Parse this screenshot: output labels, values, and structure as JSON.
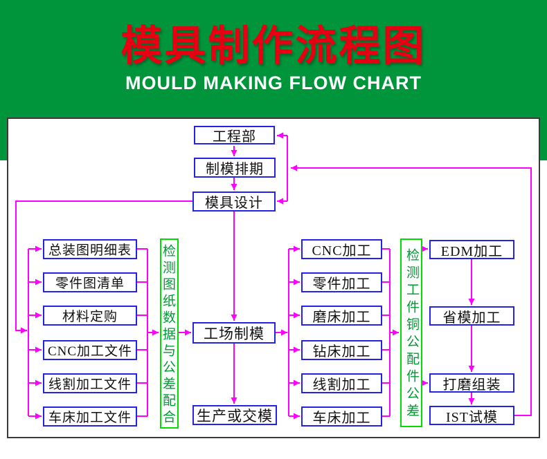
{
  "header": {
    "title": "模具制作流程图",
    "subtitle": "MOULD MAKING FLOW CHART",
    "bg_color": "#00953b",
    "title_color": "#e60012",
    "subtitle_color": "#ffffff"
  },
  "flowchart": {
    "top_chain": {
      "engineering": "工程部",
      "schedule": "制模排期",
      "design": "模具设计",
      "factory": "工场制模",
      "delivery": "生产或交模"
    },
    "left_column": [
      "总装图明细表",
      "零件图清单",
      "材料定购",
      "CNC加工文件",
      "线割加工文件",
      "车床加工文件"
    ],
    "middle_column": [
      "CNC加工",
      "零件加工",
      "磨床加工",
      "钻床加工",
      "线割加工",
      "车床加工"
    ],
    "right_column": [
      "EDM加工",
      "省模加工",
      "打磨组装",
      "IST试模"
    ],
    "check_strips": {
      "left": "检测图纸数据与公差配合",
      "right": "检测工件铜公配件公差"
    },
    "colors": {
      "box_border": "#2323e8",
      "arrow": "#ff00ff",
      "strip_border": "#00dd00",
      "strip_text": "#009933",
      "box_text": "#111111",
      "panel_border": "#3a3a3a"
    }
  }
}
